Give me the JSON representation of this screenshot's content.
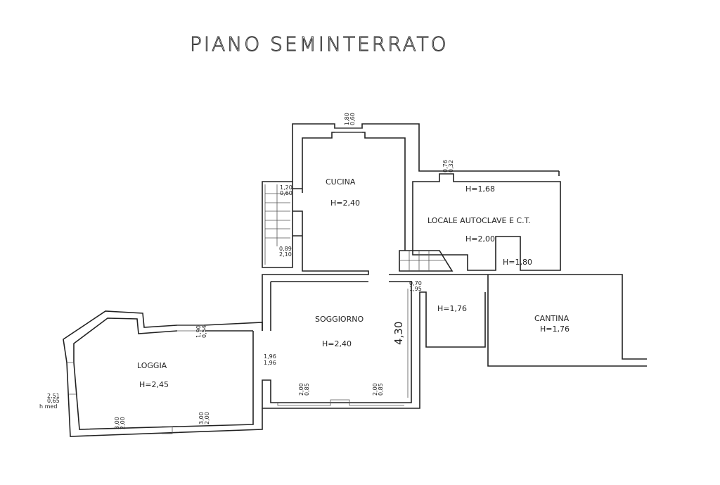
{
  "title": "PIANO SEMINTERRATO",
  "rooms": {
    "cucina": {
      "name": "CUCINA",
      "height": "H=2,40"
    },
    "locale": {
      "name": "LOCALE AUTOCLAVE E C.T.",
      "height_a": "H=1,68",
      "height_b": "H=2,00",
      "height_c": "H=1,80"
    },
    "soggiorno": {
      "name": "SOGGIORNO",
      "height": "H=2,40"
    },
    "cantina": {
      "name": "CANTINA",
      "height": "H=1,76"
    },
    "ripostiglio": {
      "height": "H=1,76"
    },
    "loggia": {
      "name": "LOGGIA",
      "height": "H=2,45"
    }
  },
  "dimensions": {
    "cucina_top_a": "1,80",
    "cucina_top_b": "0,60",
    "cucina_left_a": "1,20",
    "cucina_left_b": "0,60",
    "cucina_door_a": "0,89",
    "cucina_door_b": "2,10",
    "locale_top_a": "0,76",
    "locale_top_b": "0,32",
    "passage_a": "0,70",
    "passage_b": "1,95",
    "soggiorno_height": "4,30",
    "loggia_top_a": "1,90",
    "loggia_top_b": "0,54",
    "loggia_door_a": "1,96",
    "loggia_door_b": "1,96",
    "loggia_left_a": "2,51",
    "loggia_left_b": "0,65",
    "loggia_left_c": "h med",
    "loggia_bottom1_a": "3,00",
    "loggia_bottom1_b": "2,00",
    "loggia_bottom2_a": "3,00",
    "loggia_bottom2_b": "2,00",
    "soggiorno_win1_a": "2,00",
    "soggiorno_win1_b": "0,85",
    "soggiorno_win2_a": "2,00",
    "soggiorno_win2_b": "0,85"
  }
}
